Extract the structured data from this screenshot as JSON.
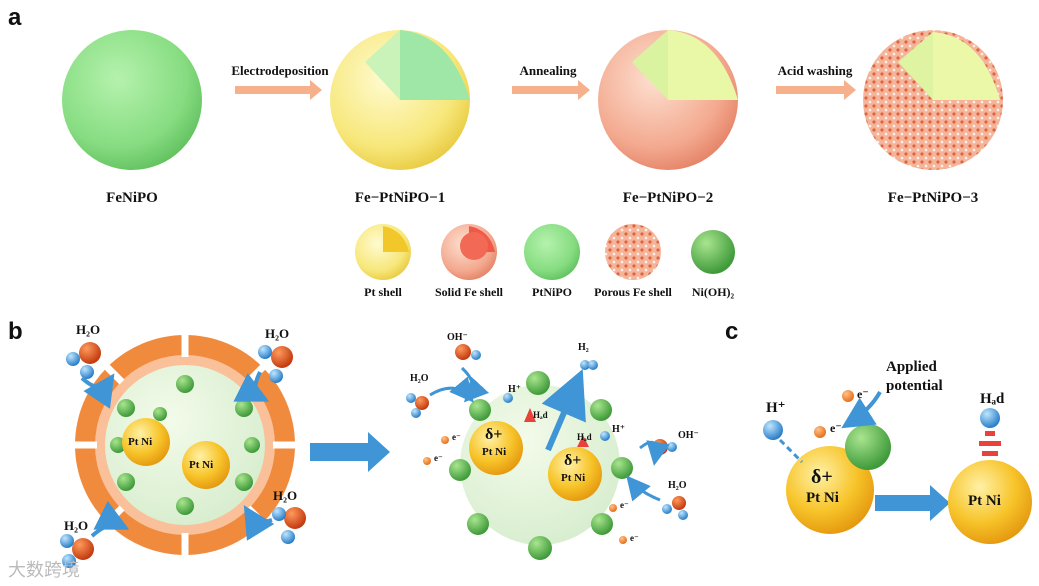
{
  "panels": {
    "a": "a",
    "b": "b",
    "c": "c"
  },
  "panel_a": {
    "stages": [
      "FeNiPO",
      "Fe−PtNiPO−1",
      "Fe−PtNiPO−2",
      "Fe−PtNiPO−3"
    ],
    "steps": [
      "Electrodeposition",
      "Annealing",
      "Acid washing"
    ],
    "legend": [
      "Pt shell",
      "Solid Fe shell",
      "PtNiPO",
      "Porous Fe shell",
      "Ni(OH)₂"
    ]
  },
  "panel_b": {
    "water": "H₂O",
    "ptni": "Pt Ni",
    "delta": "δ+",
    "oh": "OH⁻",
    "h2": "H₂",
    "hplus": "H⁺",
    "had": "Hₐd",
    "electron": "e⁻"
  },
  "panel_c": {
    "hplus": "H⁺",
    "electron": "e⁻",
    "applied_potential": "Applied potential",
    "delta": "δ+",
    "ptni": "Pt Ni",
    "had": "Hₐd"
  },
  "watermark": "大数跨境",
  "colors": {
    "green": "#8fe08a",
    "yellow": "#f7dc5a",
    "orange": "#f08a3c",
    "blue": "#3f95d6",
    "red": "#e8423a"
  }
}
